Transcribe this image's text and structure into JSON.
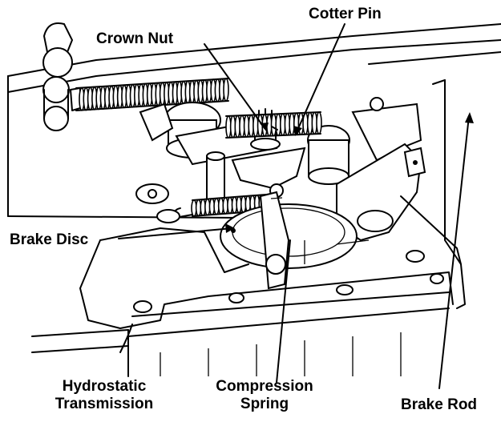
{
  "labels": {
    "cotter_pin": "Cotter Pin",
    "crown_nut": "Crown Nut",
    "brake_disc": "Brake Disc",
    "hydrostatic_line1": "Hydrostatic",
    "hydrostatic_line2": "Transmission",
    "compression_line1": "Compression",
    "compression_line2": "Spring",
    "brake_rod": "Brake Rod"
  }
}
